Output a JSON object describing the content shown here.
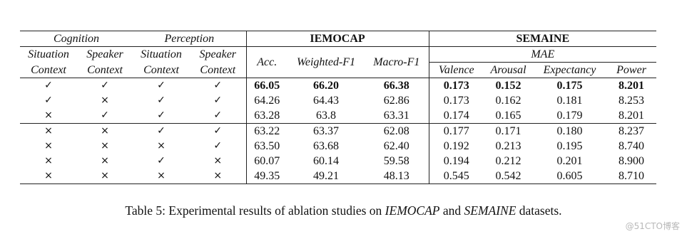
{
  "headers": {
    "cognition": "Cognition",
    "perception": "Perception",
    "iemocap": "IEMOCAP",
    "semaine": "SEMAINE",
    "situation": "Situation",
    "speaker": "Speaker",
    "context": "Context",
    "mae": "MAE",
    "acc": "Acc.",
    "weighted_f1": "Weighted-F1",
    "macro_f1": "Macro-F1",
    "valence": "Valence",
    "arousal": "Arousal",
    "expectancy": "Expectancy",
    "power": "Power"
  },
  "rows": [
    {
      "cog_sit": "✓",
      "cog_spk": "✓",
      "per_sit": "✓",
      "per_spk": "✓",
      "acc": "66.05",
      "wf1": "66.20",
      "mf1": "66.38",
      "val": "0.173",
      "aro": "0.152",
      "exp": "0.175",
      "pow": "8.201"
    },
    {
      "cog_sit": "✓",
      "cog_spk": "×",
      "per_sit": "✓",
      "per_spk": "✓",
      "acc": "64.26",
      "wf1": "64.43",
      "mf1": "62.86",
      "val": "0.173",
      "aro": "0.162",
      "exp": "0.181",
      "pow": "8.253"
    },
    {
      "cog_sit": "×",
      "cog_spk": "✓",
      "per_sit": "✓",
      "per_spk": "✓",
      "acc": "63.28",
      "wf1": "63.8",
      "mf1": "63.31",
      "val": "0.174",
      "aro": "0.165",
      "exp": "0.179",
      "pow": "8.201"
    },
    {
      "cog_sit": "×",
      "cog_spk": "×",
      "per_sit": "✓",
      "per_spk": "✓",
      "acc": "63.22",
      "wf1": "63.37",
      "mf1": "62.08",
      "val": "0.177",
      "aro": "0.171",
      "exp": "0.180",
      "pow": "8.237"
    },
    {
      "cog_sit": "×",
      "cog_spk": "×",
      "per_sit": "×",
      "per_spk": "✓",
      "acc": "63.50",
      "wf1": "63.68",
      "mf1": "62.40",
      "val": "0.192",
      "aro": "0.213",
      "exp": "0.195",
      "pow": "8.740"
    },
    {
      "cog_sit": "×",
      "cog_spk": "×",
      "per_sit": "✓",
      "per_spk": "×",
      "acc": "60.07",
      "wf1": "60.14",
      "mf1": "59.58",
      "val": "0.194",
      "aro": "0.212",
      "exp": "0.201",
      "pow": "8.900"
    },
    {
      "cog_sit": "×",
      "cog_spk": "×",
      "per_sit": "×",
      "per_spk": "×",
      "acc": "49.35",
      "wf1": "49.21",
      "mf1": "48.13",
      "val": "0.545",
      "aro": "0.542",
      "exp": "0.605",
      "pow": "8.710"
    }
  ],
  "caption": {
    "prefix": "Table 5: Experimental results of ablation studies on ",
    "ds1": "IEMOCAP",
    "mid": " and ",
    "ds2": "SEMAINE",
    "suffix": " datasets."
  },
  "watermark": "@51CTO博客"
}
